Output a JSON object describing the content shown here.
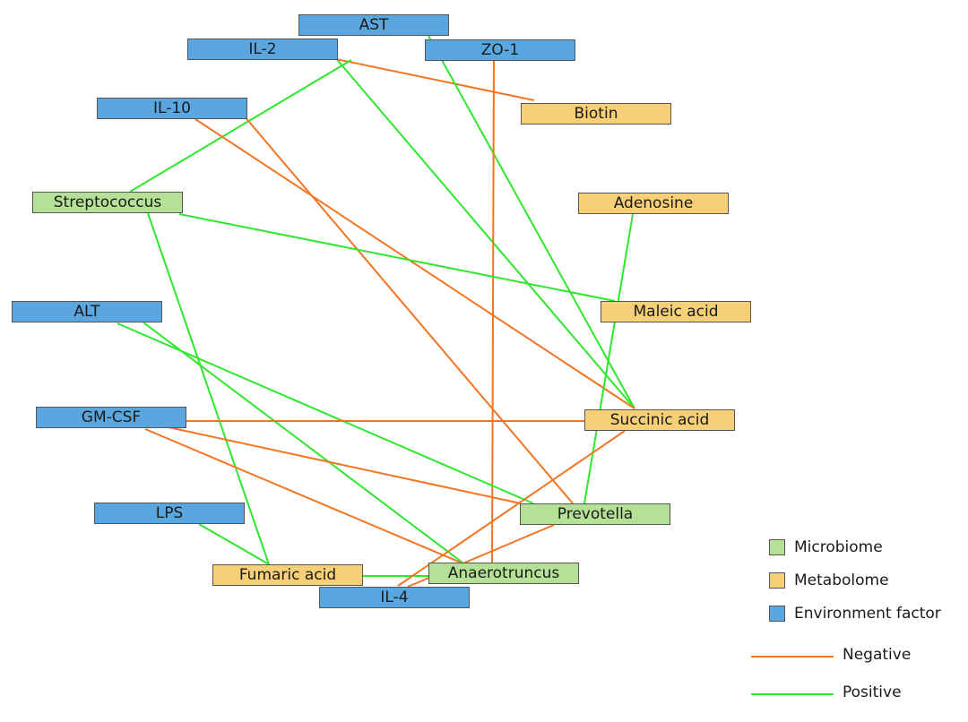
{
  "colors": {
    "microbiome": "#b5e196",
    "metabolome": "#f6cf77",
    "environment": "#5aa6df",
    "negative": "#f37522",
    "positive": "#2ee82e"
  },
  "nodes": [
    {
      "id": "ast",
      "label": "AST",
      "category": "environment"
    },
    {
      "id": "il2",
      "label": "IL-2",
      "category": "environment"
    },
    {
      "id": "zo1",
      "label": "ZO-1",
      "category": "environment"
    },
    {
      "id": "biotin",
      "label": "Biotin",
      "category": "metabolome"
    },
    {
      "id": "il10",
      "label": "IL-10",
      "category": "environment"
    },
    {
      "id": "adenosine",
      "label": "Adenosine",
      "category": "metabolome"
    },
    {
      "id": "streptococcus",
      "label": "Streptococcus",
      "category": "microbiome"
    },
    {
      "id": "maleic",
      "label": "Maleic acid",
      "category": "metabolome"
    },
    {
      "id": "alt",
      "label": "ALT",
      "category": "environment"
    },
    {
      "id": "succinic",
      "label": "Succinic acid",
      "category": "metabolome"
    },
    {
      "id": "gmcsf",
      "label": "GM-CSF",
      "category": "environment"
    },
    {
      "id": "prevotella",
      "label": "Prevotella",
      "category": "microbiome"
    },
    {
      "id": "lps",
      "label": "LPS",
      "category": "environment"
    },
    {
      "id": "anaerotruncus",
      "label": "Anaerotruncus",
      "category": "microbiome"
    },
    {
      "id": "fumaric",
      "label": "Fumaric acid",
      "category": "metabolome"
    },
    {
      "id": "il4",
      "label": "IL-4",
      "category": "environment"
    }
  ],
  "edges": [
    {
      "from": "il2",
      "to": "biotin",
      "sign": "negative"
    },
    {
      "from": "il2",
      "to": "streptococcus",
      "sign": "positive"
    },
    {
      "from": "il2",
      "to": "succinic",
      "sign": "positive"
    },
    {
      "from": "ast",
      "to": "succinic",
      "sign": "positive"
    },
    {
      "from": "zo1",
      "to": "anaerotruncus",
      "sign": "negative"
    },
    {
      "from": "il10",
      "to": "succinic",
      "sign": "negative"
    },
    {
      "from": "il10",
      "to": "prevotella",
      "sign": "negative"
    },
    {
      "from": "streptococcus",
      "to": "maleic",
      "sign": "positive"
    },
    {
      "from": "streptococcus",
      "to": "fumaric",
      "sign": "positive"
    },
    {
      "from": "adenosine",
      "to": "prevotella",
      "sign": "positive"
    },
    {
      "from": "alt",
      "to": "prevotella",
      "sign": "positive"
    },
    {
      "from": "alt",
      "to": "anaerotruncus",
      "sign": "positive"
    },
    {
      "from": "gmcsf",
      "to": "succinic",
      "sign": "negative"
    },
    {
      "from": "gmcsf",
      "to": "prevotella",
      "sign": "negative"
    },
    {
      "from": "gmcsf",
      "to": "anaerotruncus",
      "sign": "negative"
    },
    {
      "from": "lps",
      "to": "fumaric",
      "sign": "positive"
    },
    {
      "from": "fumaric",
      "to": "anaerotruncus",
      "sign": "positive"
    },
    {
      "from": "succinic",
      "to": "il4",
      "sign": "negative"
    },
    {
      "from": "prevotella",
      "to": "il4",
      "sign": "negative"
    }
  ],
  "legend": {
    "categories": [
      {
        "key": "microbiome",
        "label": "Microbiome"
      },
      {
        "key": "metabolome",
        "label": "Metabolome"
      },
      {
        "key": "environment",
        "label": "Environment factor"
      }
    ],
    "edge_types": [
      {
        "key": "negative",
        "label": "Negative"
      },
      {
        "key": "positive",
        "label": "Positive"
      }
    ]
  }
}
